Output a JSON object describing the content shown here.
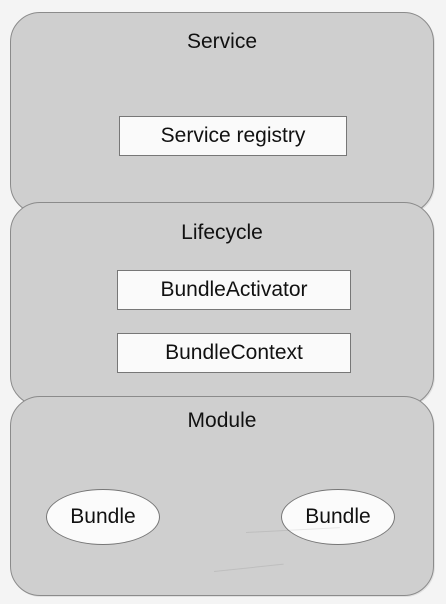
{
  "diagram": {
    "layers": {
      "service": {
        "title": "Service",
        "components": {
          "service_registry": "Service registry"
        }
      },
      "lifecycle": {
        "title": "Lifecycle",
        "components": {
          "bundle_activator": "BundleActivator",
          "bundle_context": "BundleContext"
        }
      },
      "module": {
        "title": "Module",
        "bundles": [
          "Bundle",
          "Bundle"
        ]
      }
    }
  }
}
